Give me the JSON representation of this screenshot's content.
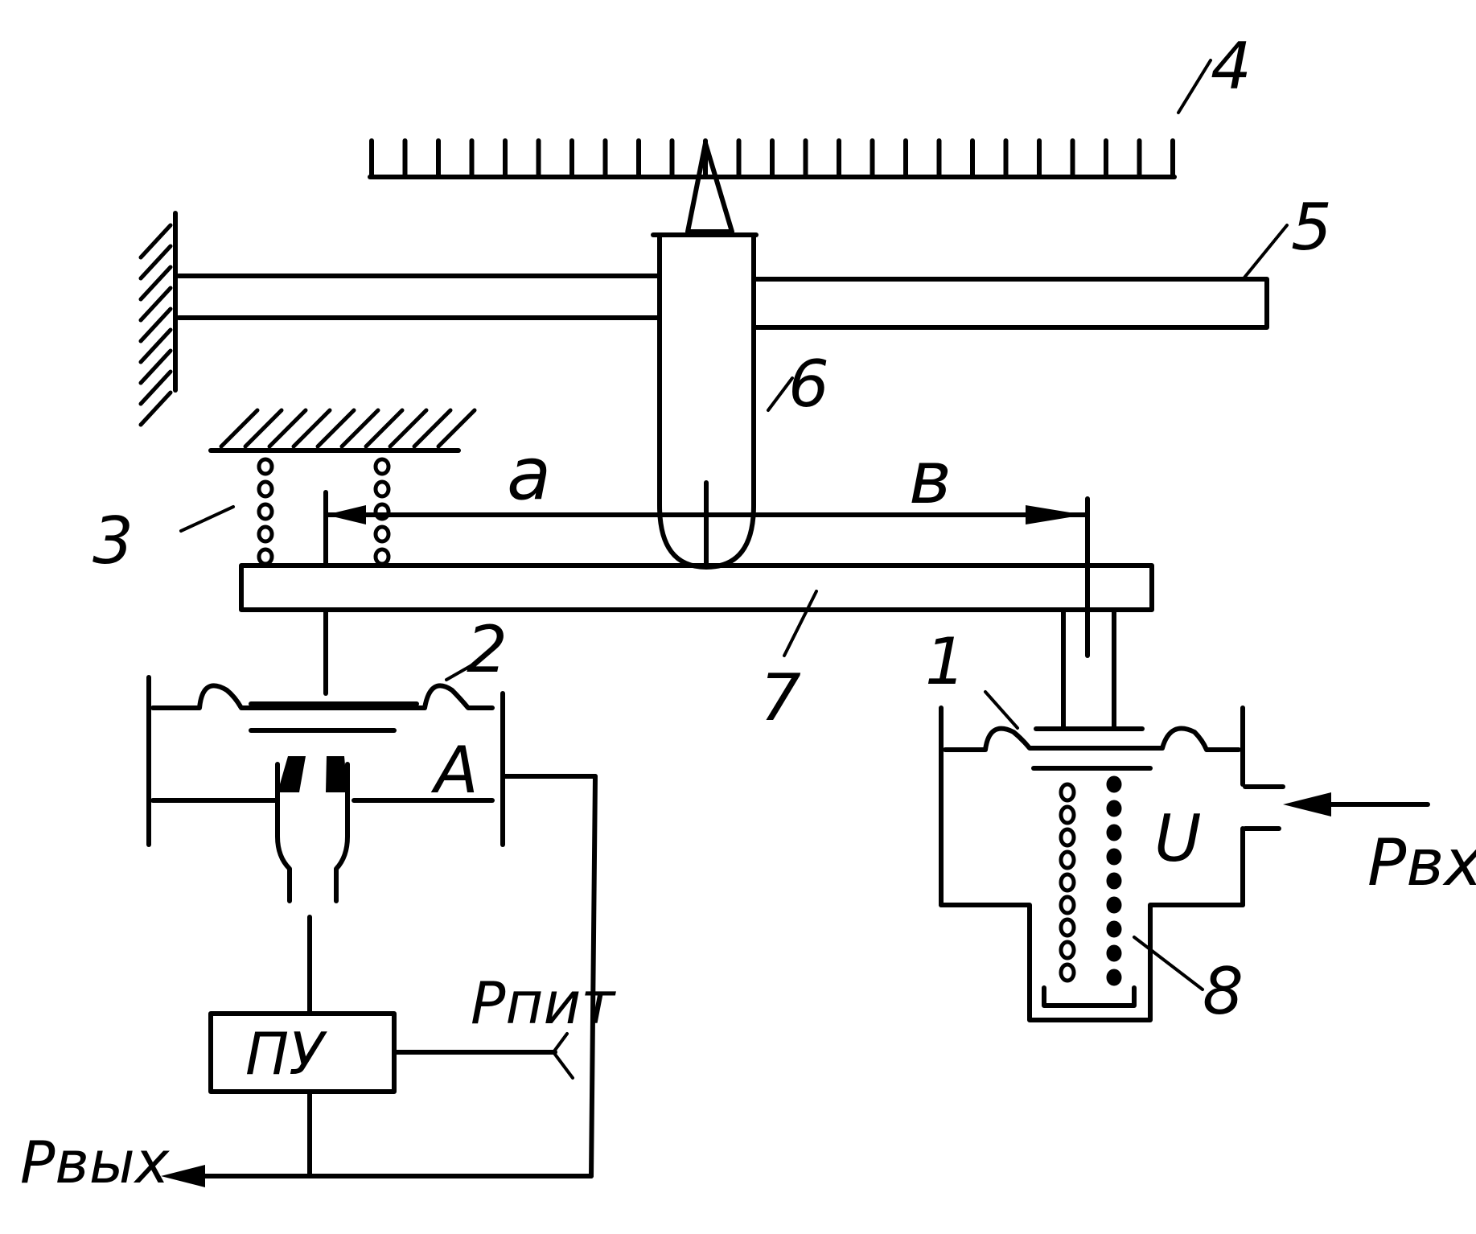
{
  "labels": {
    "part_1": "1",
    "part_2": "2",
    "part_3": "3",
    "part_4": "4",
    "part_5": "5",
    "part_6": "6",
    "part_7": "7",
    "part_8": "8",
    "dim_a": "a",
    "dim_b": "в",
    "point_a": "A",
    "chamber_u": "U",
    "p_in": "Рвх",
    "p_out": "Рвых",
    "p_supply": "Рпит",
    "amplifier": "ПУ"
  }
}
